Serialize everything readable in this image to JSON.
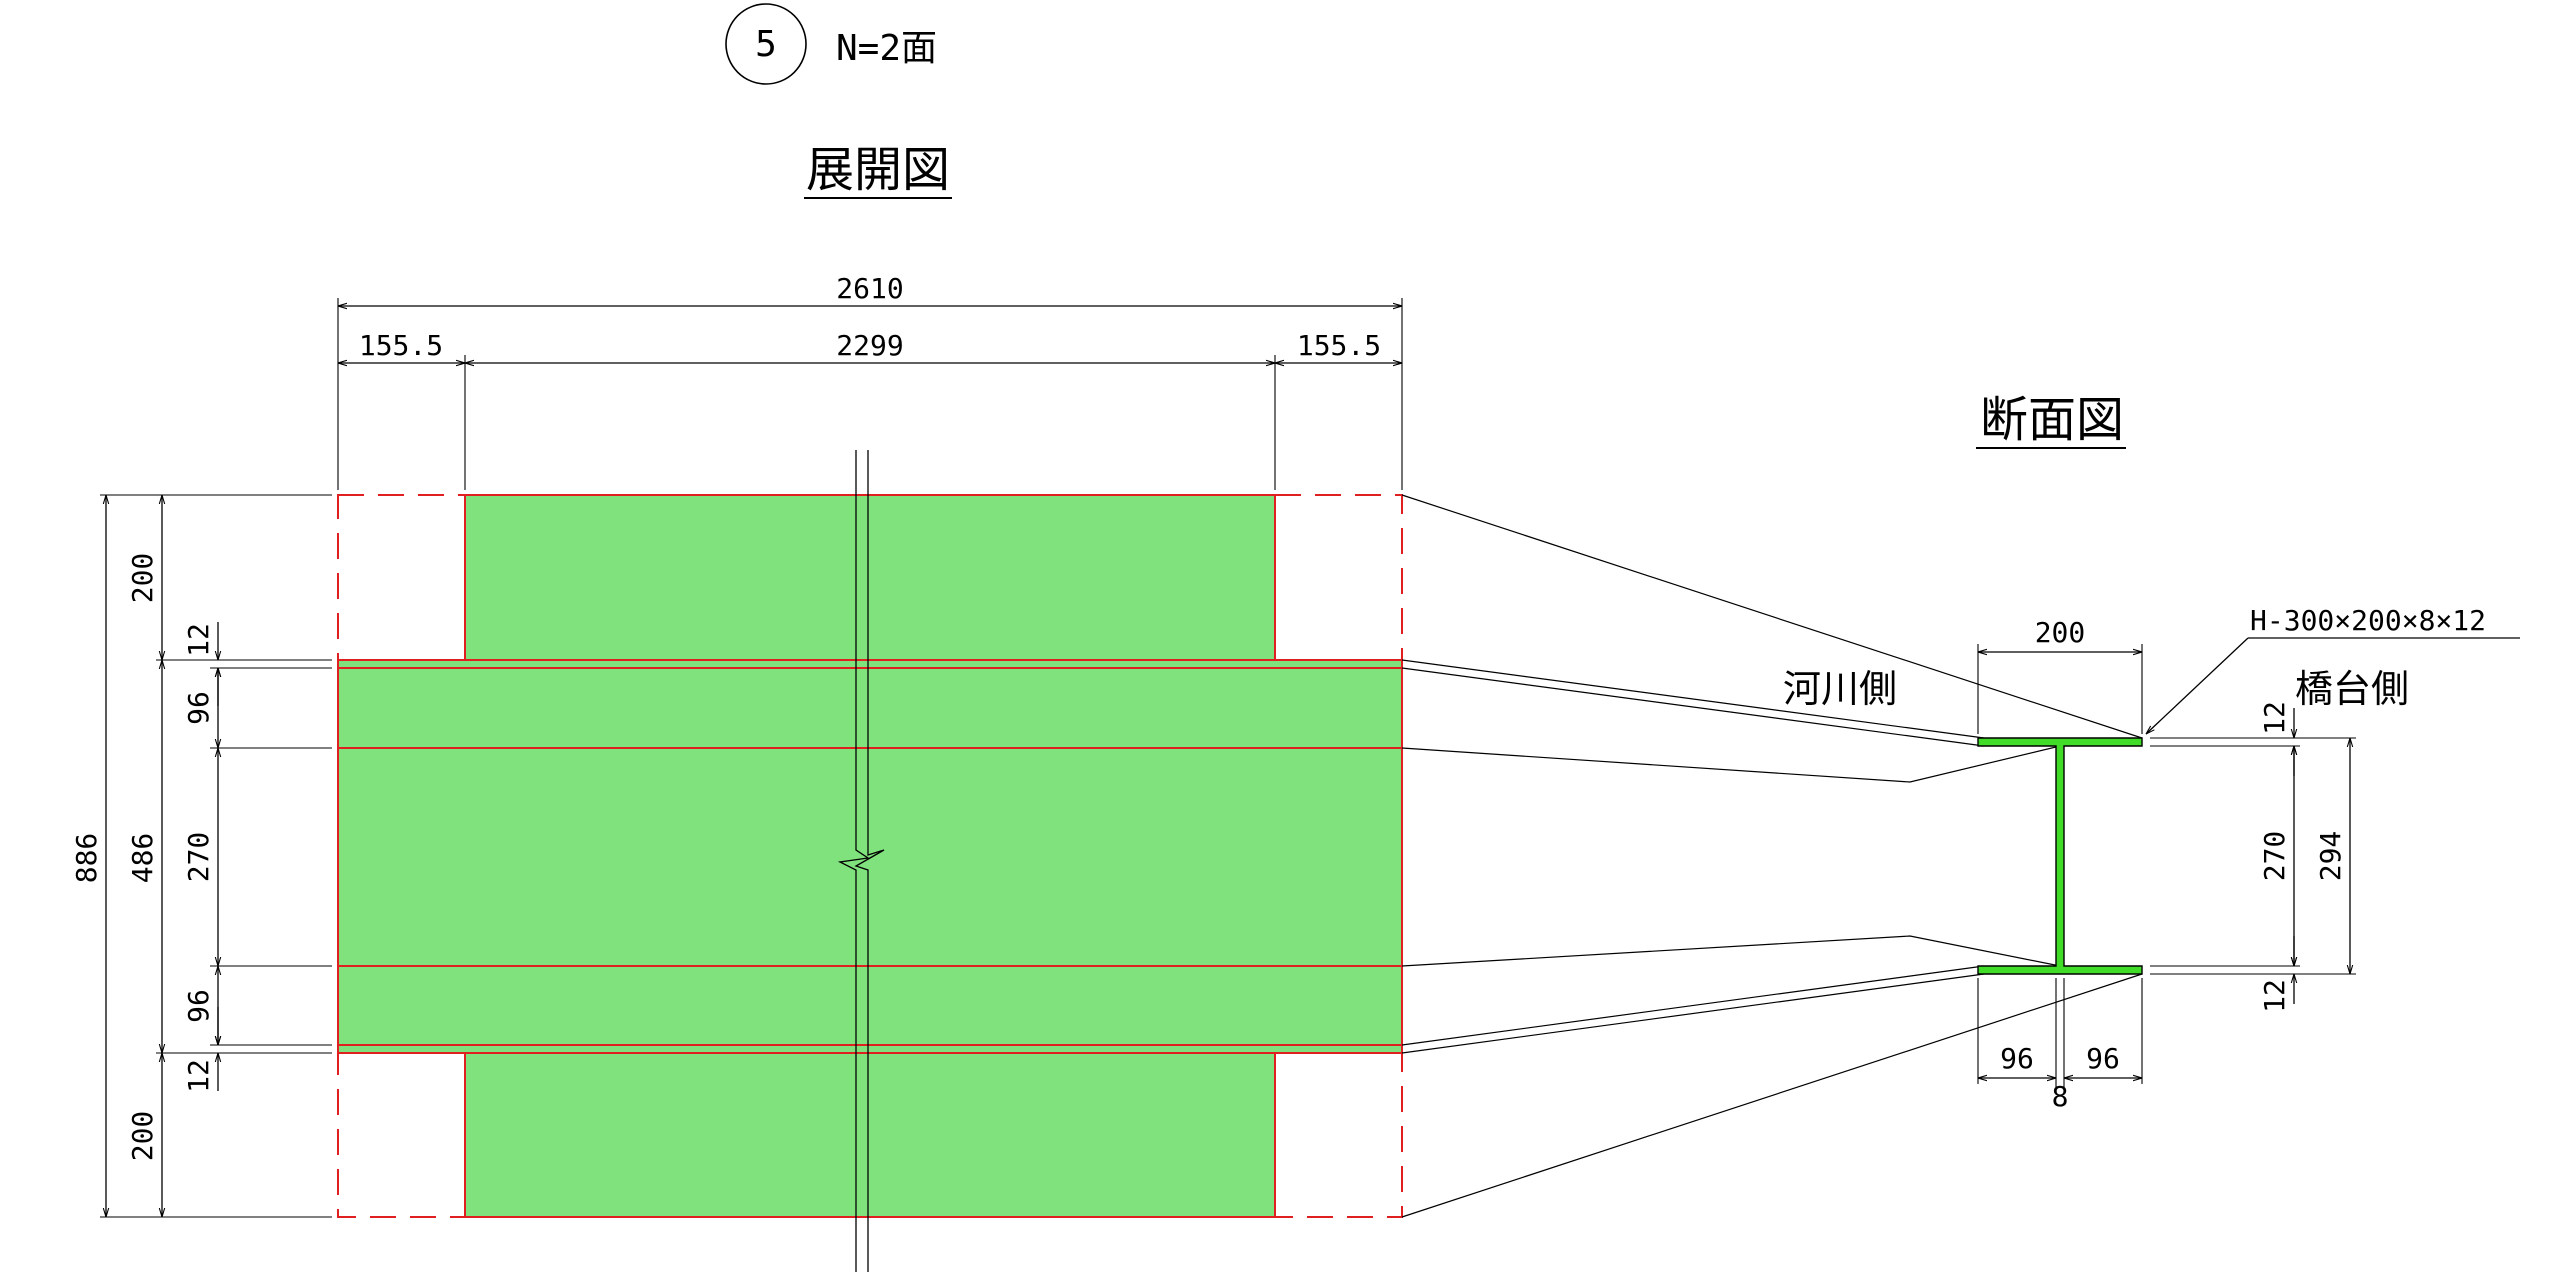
{
  "header": {
    "mark_number": "5",
    "quantity": "N=2面"
  },
  "development_view": {
    "title": "展開図",
    "dims_horizontal": {
      "overall": "2610",
      "left": "155.5",
      "center": "2299",
      "right": "155.5"
    },
    "dims_vertical": {
      "overall": "886",
      "web_zone": "486",
      "flange_width_top": "200",
      "flange_width_bottom": "200",
      "flange_thickness_top": "12",
      "flange_thickness_bottom": "12",
      "half_flange_top": "96",
      "half_flange_bottom": "96",
      "web_height": "270"
    }
  },
  "section_view": {
    "title": "断面図",
    "spec": "H-300×200×8×12",
    "side_river": "河川側",
    "side_abutment": "橋台側",
    "dims": {
      "width": "200",
      "flange_thickness_top": "12",
      "flange_thickness_bottom": "12",
      "inner_height": "270",
      "overall_height": "294",
      "half_left": "96",
      "half_right": "96",
      "web_thickness": "8"
    }
  },
  "colors": {
    "fill_development": "#80e27d",
    "fill_section": "#40dc28",
    "outline": "#e02020",
    "line": "#000000"
  }
}
